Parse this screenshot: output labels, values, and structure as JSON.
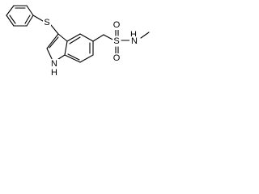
{
  "molecule": {
    "atoms": {
      "sulfur_thioether": "S",
      "sulfur_sulfonyl": "S",
      "oxygen_1": "O",
      "oxygen_2": "O",
      "nitrogen_amide": "N",
      "hydrogen_amide": "H",
      "nitrogen_indole": "N",
      "hydrogen_indole": "H"
    }
  }
}
